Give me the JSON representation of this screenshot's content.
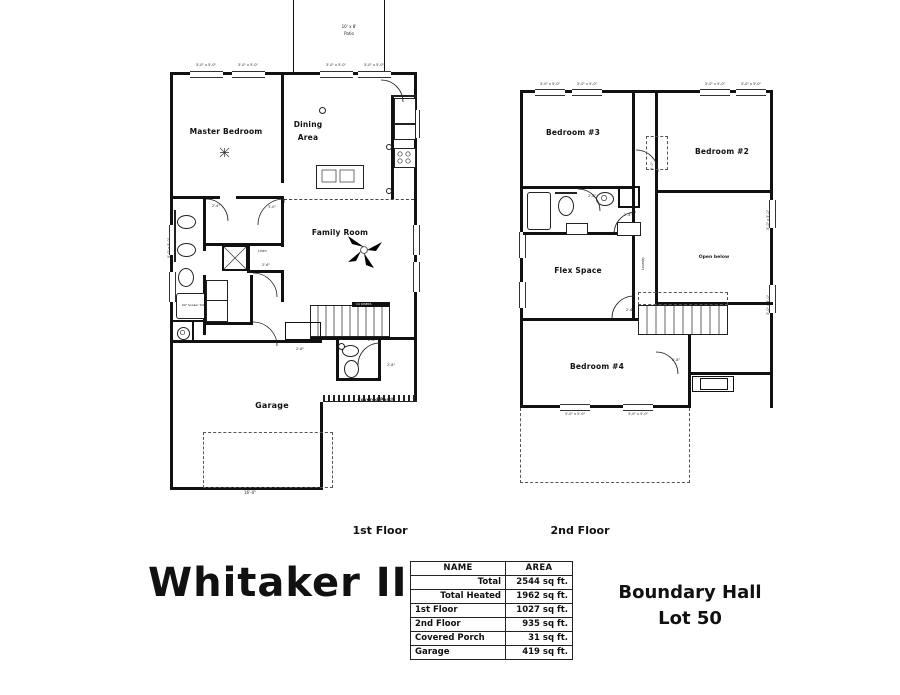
{
  "sheet": {
    "title": "Whitaker II",
    "subdivision_line1": "Boundary Hall",
    "subdivision_line2": "Lot 50"
  },
  "floors": [
    {
      "id": "first",
      "caption": "1st Floor"
    },
    {
      "id": "second",
      "caption": "2nd Floor"
    }
  ],
  "area_table": {
    "headers": {
      "name": "NAME",
      "area": "AREA"
    },
    "rows": [
      {
        "name": "Total",
        "area": "2544 sq ft."
      },
      {
        "name": "Total Heated",
        "area": "1962 sq ft."
      },
      {
        "name": "1st Floor",
        "area": "1027 sq ft."
      },
      {
        "name": "2nd Floor",
        "area": "935 sq ft."
      },
      {
        "name": "Covered Porch",
        "area": "31 sq ft."
      },
      {
        "name": "Garage",
        "area": "419 sq ft."
      }
    ]
  },
  "first_floor": {
    "rooms": {
      "patio": "10' x 8'\nPatio",
      "patio_dim": "10' x 8'",
      "patio_name": "Patio",
      "master_bedroom": "Master Bedroom",
      "dining_area_l1": "Dining",
      "dining_area_l2": "Area",
      "family_room": "Family Room",
      "garage": "Garage",
      "covered_porch": "Covered Porch",
      "covered_porch_dim": "6'-8\" x 5'-0\"",
      "linen": "Linen",
      "tub_note": "60\" Soaker Tub",
      "water_heater": "W. Heater"
    },
    "annotations": {
      "win_a": "3'-0\" x 5'-0\"",
      "win_b": "3'-0\" x 5'-0\"",
      "win_c": "3'-0\" x 5'-0\"",
      "win_d": "3'-0\" x 5'-0\"",
      "win_e": "2'-8\"",
      "door_30": "3'-0\"",
      "door_28": "2'-8\"",
      "door_26": "2'-6\"",
      "door_24": "2'-4\"",
      "door_20": "2'-0\"",
      "garage_door": "16'-0\"",
      "left_dim": "5'-0\" x 5'-0\"",
      "left_dim2": "5'-0\" x 5'-0\"",
      "right_dim": "3'-0\" x 5'-0\""
    }
  },
  "second_floor": {
    "rooms": {
      "bedroom3": "Bedroom #3",
      "bedroom2": "Bedroom #2",
      "bedroom4": "Bedroom #4",
      "flex_space": "Flex Space",
      "open_below": "Open below",
      "laundry": "Laundry"
    },
    "annotations": {
      "win_a": "3'-0\" x 5'-0\"",
      "win_b": "3'-0\" x 5'-0\"",
      "win_c": "3'-0\" x 5'-0\"",
      "win_d": "3'-0\" x 5'-0\"",
      "win_e": "3'-0\" x 5'-0\"",
      "win_f": "3'-0\" x 5'-0\"",
      "door_28": "2'-8\"",
      "door_26": "2'-6\"",
      "door_24": "2'-4\"",
      "door_20": "2'-0\""
    }
  }
}
